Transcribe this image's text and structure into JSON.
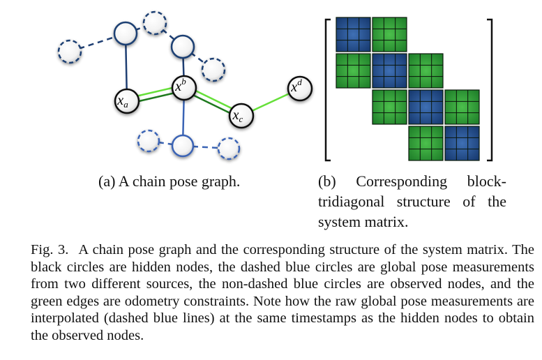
{
  "figure": {
    "subfig_a": {
      "caption": "(a) A chain pose graph.",
      "nodes": {
        "x_a": {
          "base": "x",
          "sub": "a"
        },
        "x_b": {
          "base": "x",
          "sub": "b"
        },
        "x_c": {
          "base": "x",
          "sub": "c"
        },
        "x_d": {
          "base": "x",
          "sub": "d"
        }
      }
    },
    "subfig_b": {
      "caption": "(b) Corresponding block-tridiagonal structure of the system matrix.",
      "block_rows": [
        [
          "blue",
          "green",
          null,
          null
        ],
        [
          "green",
          "blue",
          "green",
          null
        ],
        [
          null,
          "green",
          "blue",
          "green"
        ],
        [
          null,
          null,
          "green",
          "blue"
        ]
      ]
    },
    "caption": {
      "label": "Fig. 3.",
      "text": "A chain pose graph and the corresponding structure of the system matrix. The black circles are hidden nodes, the dashed blue circles are global pose measurements from two different sources, the non-dashed blue circles are observed nodes, and the green edges are odometry constraints. Note how the raw global pose measurements are interpolated (dashed blue lines) at the same timestamps as the hidden nodes to obtain the observed nodes."
    }
  },
  "colors": {
    "dark_blue": "#1f3f73",
    "mid_blue": "#3a64b5",
    "dark_green": "#1f7a1f",
    "light_green": "#66e03a",
    "block_blue": "#1f4f8f",
    "block_green": "#2e9a3a"
  }
}
